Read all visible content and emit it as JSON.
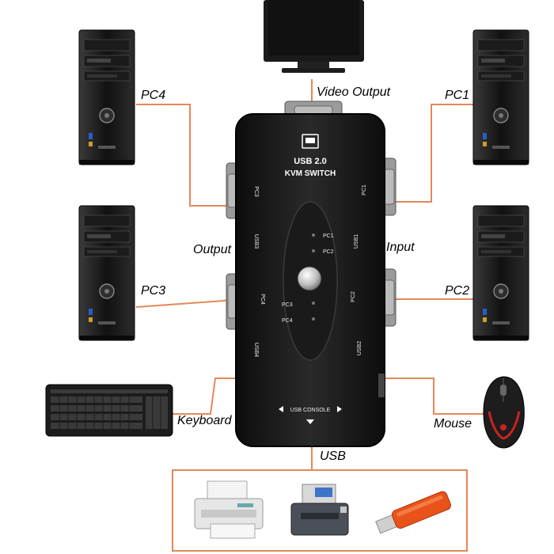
{
  "labels": {
    "pc1": "PC1",
    "pc2": "PC2",
    "pc3": "PC3",
    "pc4": "PC4",
    "video_output": "Video Output",
    "input": "Input",
    "output": "Output",
    "keyboard": "Keyboard",
    "mouse": "Mouse",
    "usb": "USB"
  },
  "switch": {
    "title_line1": "USB 2.0",
    "title_line2": "KVM SWITCH",
    "port_pc1": "PC1",
    "port_usb1": "USB1",
    "port_pc2": "PC2",
    "port_usb2": "USB2",
    "port_pc3": "PC3",
    "port_usb3": "USB3",
    "port_pc4": "PC4",
    "port_usb4": "USB4",
    "led_pc1": "PC1",
    "led_pc2": "PC2",
    "led_pc3": "PC3",
    "led_pc4": "PC4",
    "usb_console": "USB CONSOLE"
  },
  "colors": {
    "wire": "#e4875a",
    "switch_body": "#1e1e1e"
  },
  "icons": [
    "monitor-icon",
    "pc-tower-icon",
    "keyboard-icon",
    "mouse-icon",
    "printer-icon",
    "scanner-icon",
    "usb-drive-icon"
  ]
}
